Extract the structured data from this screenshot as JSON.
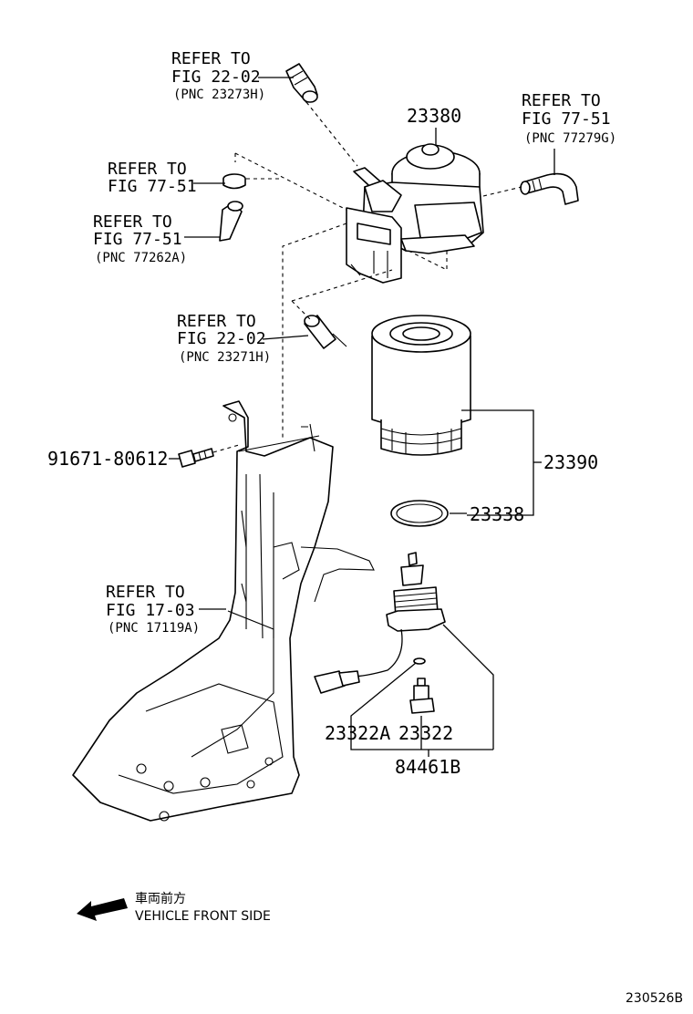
{
  "callouts": {
    "ref_top_left": {
      "line1": "REFER TO",
      "line2": "FIG 22-02",
      "line3": "(PNC 23273H)"
    },
    "ref_top_right": {
      "line1": "REFER TO",
      "line2": "FIG 77-51",
      "line3": "(PNC 77279G)"
    },
    "ref_clamp": {
      "line1": "REFER TO",
      "line2": "FIG 77-51"
    },
    "ref_hose": {
      "line1": "REFER TO",
      "line2": "FIG 77-51",
      "line3": "(PNC 77262A)"
    },
    "ref_mid": {
      "line1": "REFER TO",
      "line2": "FIG 22-02",
      "line3": "(PNC 23271H)"
    },
    "ref_bracket": {
      "line1": "REFER TO",
      "line2": "FIG 17-03",
      "line3": "(PNC 17119A)"
    }
  },
  "part_numbers": {
    "filter_head": "23380",
    "element": "23390",
    "o_ring": "23338",
    "bolt": "91671-80612",
    "gasket": "23322A",
    "sensor": "23322",
    "assembly": "84461B"
  },
  "direction": {
    "label_jp": "車両前方",
    "label_en": "VEHICLE FRONT SIDE"
  },
  "diagram_code": "230526B"
}
